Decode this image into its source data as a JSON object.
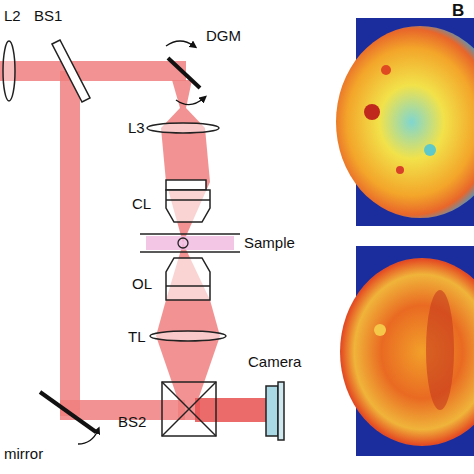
{
  "diagram": {
    "labels": [
      "L2",
      "BS1",
      "DGM",
      "L3",
      "CL",
      "Sample",
      "OL",
      "TL",
      "Camera",
      "BS2",
      "mirror",
      "B"
    ]
  }
}
